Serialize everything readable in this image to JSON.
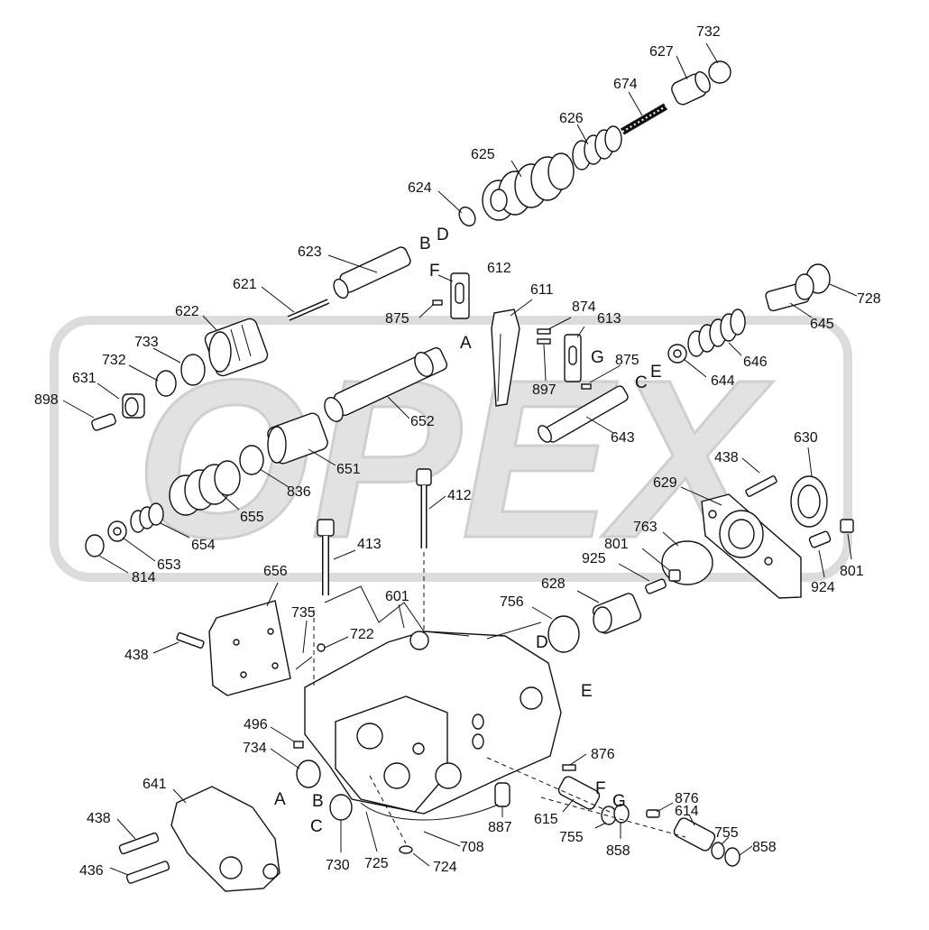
{
  "watermark": {
    "text": "OPEX",
    "color": "#d9d9d9"
  },
  "callouts": [
    {
      "id": "c732a",
      "text": "732"
    },
    {
      "id": "c627",
      "text": "627"
    },
    {
      "id": "c674",
      "text": "674"
    },
    {
      "id": "c626",
      "text": "626"
    },
    {
      "id": "c625",
      "text": "625"
    },
    {
      "id": "c624",
      "text": "624"
    },
    {
      "id": "c623",
      "text": "623"
    },
    {
      "id": "c612",
      "text": "612"
    },
    {
      "id": "c611",
      "text": "611"
    },
    {
      "id": "c621",
      "text": "621"
    },
    {
      "id": "c875a",
      "text": "875"
    },
    {
      "id": "c622",
      "text": "622"
    },
    {
      "id": "c874",
      "text": "874"
    },
    {
      "id": "c613",
      "text": "613"
    },
    {
      "id": "c728",
      "text": "728"
    },
    {
      "id": "c645",
      "text": "645"
    },
    {
      "id": "c733",
      "text": "733"
    },
    {
      "id": "c732b",
      "text": "732"
    },
    {
      "id": "c631",
      "text": "631"
    },
    {
      "id": "c898",
      "text": "898"
    },
    {
      "id": "c897",
      "text": "897"
    },
    {
      "id": "c875b",
      "text": "875"
    },
    {
      "id": "c646",
      "text": "646"
    },
    {
      "id": "c644",
      "text": "644"
    },
    {
      "id": "c652",
      "text": "652"
    },
    {
      "id": "c643",
      "text": "643"
    },
    {
      "id": "c651",
      "text": "651"
    },
    {
      "id": "c836",
      "text": "836"
    },
    {
      "id": "c630",
      "text": "630"
    },
    {
      "id": "c438a",
      "text": "438"
    },
    {
      "id": "c629",
      "text": "629"
    },
    {
      "id": "c655",
      "text": "655"
    },
    {
      "id": "c412",
      "text": "412"
    },
    {
      "id": "c654",
      "text": "654"
    },
    {
      "id": "c763",
      "text": "763"
    },
    {
      "id": "c653",
      "text": "653"
    },
    {
      "id": "c413",
      "text": "413"
    },
    {
      "id": "c814",
      "text": "814"
    },
    {
      "id": "c801a",
      "text": "801"
    },
    {
      "id": "c925",
      "text": "925"
    },
    {
      "id": "c924",
      "text": "924"
    },
    {
      "id": "c801b",
      "text": "801"
    },
    {
      "id": "c656",
      "text": "656"
    },
    {
      "id": "c601",
      "text": "601"
    },
    {
      "id": "c628",
      "text": "628"
    },
    {
      "id": "c756",
      "text": "756"
    },
    {
      "id": "c735",
      "text": "735"
    },
    {
      "id": "c722",
      "text": "722"
    },
    {
      "id": "c438b",
      "text": "438"
    },
    {
      "id": "c496",
      "text": "496"
    },
    {
      "id": "c734",
      "text": "734"
    },
    {
      "id": "c876a",
      "text": "876"
    },
    {
      "id": "c641",
      "text": "641"
    },
    {
      "id": "c615",
      "text": "615"
    },
    {
      "id": "c876b",
      "text": "876"
    },
    {
      "id": "c614",
      "text": "614"
    },
    {
      "id": "c887",
      "text": "887"
    },
    {
      "id": "c755a",
      "text": "755"
    },
    {
      "id": "c755b",
      "text": "755"
    },
    {
      "id": "c858a",
      "text": "858"
    },
    {
      "id": "c858b",
      "text": "858"
    },
    {
      "id": "c438c",
      "text": "438"
    },
    {
      "id": "c708",
      "text": "708"
    },
    {
      "id": "c730",
      "text": "730"
    },
    {
      "id": "c725",
      "text": "725"
    },
    {
      "id": "c724",
      "text": "724"
    },
    {
      "id": "c436",
      "text": "436"
    }
  ],
  "letters": [
    {
      "id": "lB1",
      "text": "B"
    },
    {
      "id": "lD1",
      "text": "D"
    },
    {
      "id": "lF1",
      "text": "F"
    },
    {
      "id": "lA1",
      "text": "A"
    },
    {
      "id": "lG1",
      "text": "G"
    },
    {
      "id": "lC1",
      "text": "C"
    },
    {
      "id": "lE1",
      "text": "E"
    },
    {
      "id": "lD2",
      "text": "D"
    },
    {
      "id": "lE2",
      "text": "E"
    },
    {
      "id": "lF2",
      "text": "F"
    },
    {
      "id": "lG2",
      "text": "G"
    },
    {
      "id": "lA2",
      "text": "A"
    },
    {
      "id": "lB2",
      "text": "B"
    },
    {
      "id": "lC2",
      "text": "C"
    }
  ]
}
